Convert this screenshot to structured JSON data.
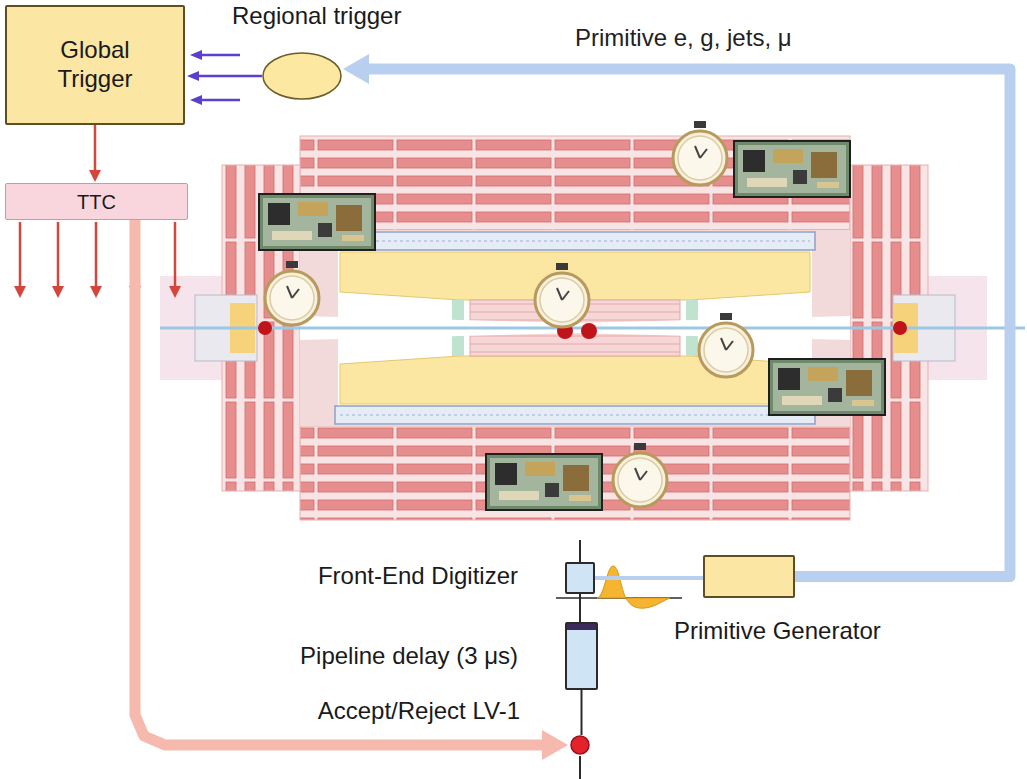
{
  "diagram": {
    "nodes": [
      {
        "text": [
          "Global Trigger"
        ]
      },
      {
        "text": [
          "Regional trigger"
        ]
      },
      {
        "text": [
          "TTC"
        ]
      },
      {
        "text": [
          "Front-End Digitizer"
        ]
      },
      {
        "text": [
          "Pipeline delay (3 μs)"
        ]
      },
      {
        "text": [
          "Accept/Reject LV-1"
        ]
      },
      {
        "text": [
          "Primitive Generator"
        ]
      }
    ],
    "edges": [
      {
        "from": 1,
        "to": 0,
        "arrow": "to"
      },
      {
        "from": 0,
        "to": 2,
        "arrow": "to"
      },
      {
        "from": 2,
        "to": 5,
        "arrow": "to"
      },
      {
        "from": 3,
        "to": 6,
        "arrow": "none"
      },
      {
        "from": 6,
        "to": 1,
        "label": "Primitive e, g, jets, μ",
        "arrow": "to"
      },
      {
        "from": 3,
        "to": 4,
        "arrow": "none"
      },
      {
        "from": 4,
        "to": 5,
        "arrow": "none"
      }
    ]
  }
}
